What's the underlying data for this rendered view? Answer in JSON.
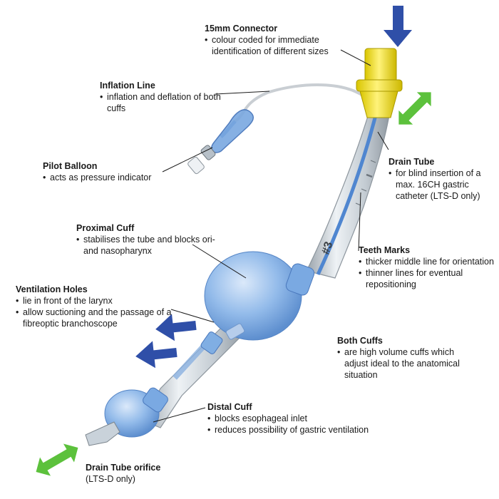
{
  "labels": {
    "connector": {
      "title": "15mm Connector",
      "bullets": [
        "colour coded for immediate identification of different sizes"
      ]
    },
    "inflation_line": {
      "title": "Inflation Line",
      "bullets": [
        "inflation and deflation of both cuffs"
      ]
    },
    "pilot_balloon": {
      "title": "Pilot Balloon",
      "bullets": [
        "acts as pressure indicator"
      ]
    },
    "drain_tube": {
      "title": "Drain Tube",
      "bullets": [
        "for blind insertion of a max. 16CH gastric catheter (LTS-D only)"
      ]
    },
    "proximal_cuff": {
      "title": "Proximal Cuff",
      "bullets": [
        "stabilises the tube and blocks ori- and nasopharynx"
      ]
    },
    "teeth_marks": {
      "title": "Teeth Marks",
      "bullets": [
        "thicker middle line for orientation",
        "thinner lines for eventual repositioning"
      ]
    },
    "ventilation_holes": {
      "title": "Ventilation Holes",
      "bullets": [
        "lie in front of the larynx",
        "allow suctioning and the passage of a fibreoptic branchoscope"
      ]
    },
    "both_cuffs": {
      "title": "Both Cuffs",
      "bullets": [
        "are high volume cuffs which adjust ideal to the anatomical situation"
      ]
    },
    "distal_cuff": {
      "title": "Distal Cuff",
      "bullets": [
        "blocks esophageal inlet",
        "reduces possibility of gastric ventilation"
      ]
    },
    "drain_orifice": {
      "title": "Drain Tube orifice",
      "note": "(LTS-D only)"
    }
  },
  "device_marking": "#3",
  "colors": {
    "connector": "#f2e21a",
    "cuff": "#8fb8e6",
    "tube": "#cfd6dc",
    "arrow_blue": "#2f4fa8",
    "arrow_green": "#5cc13c",
    "leader": "#1a1a1a"
  }
}
